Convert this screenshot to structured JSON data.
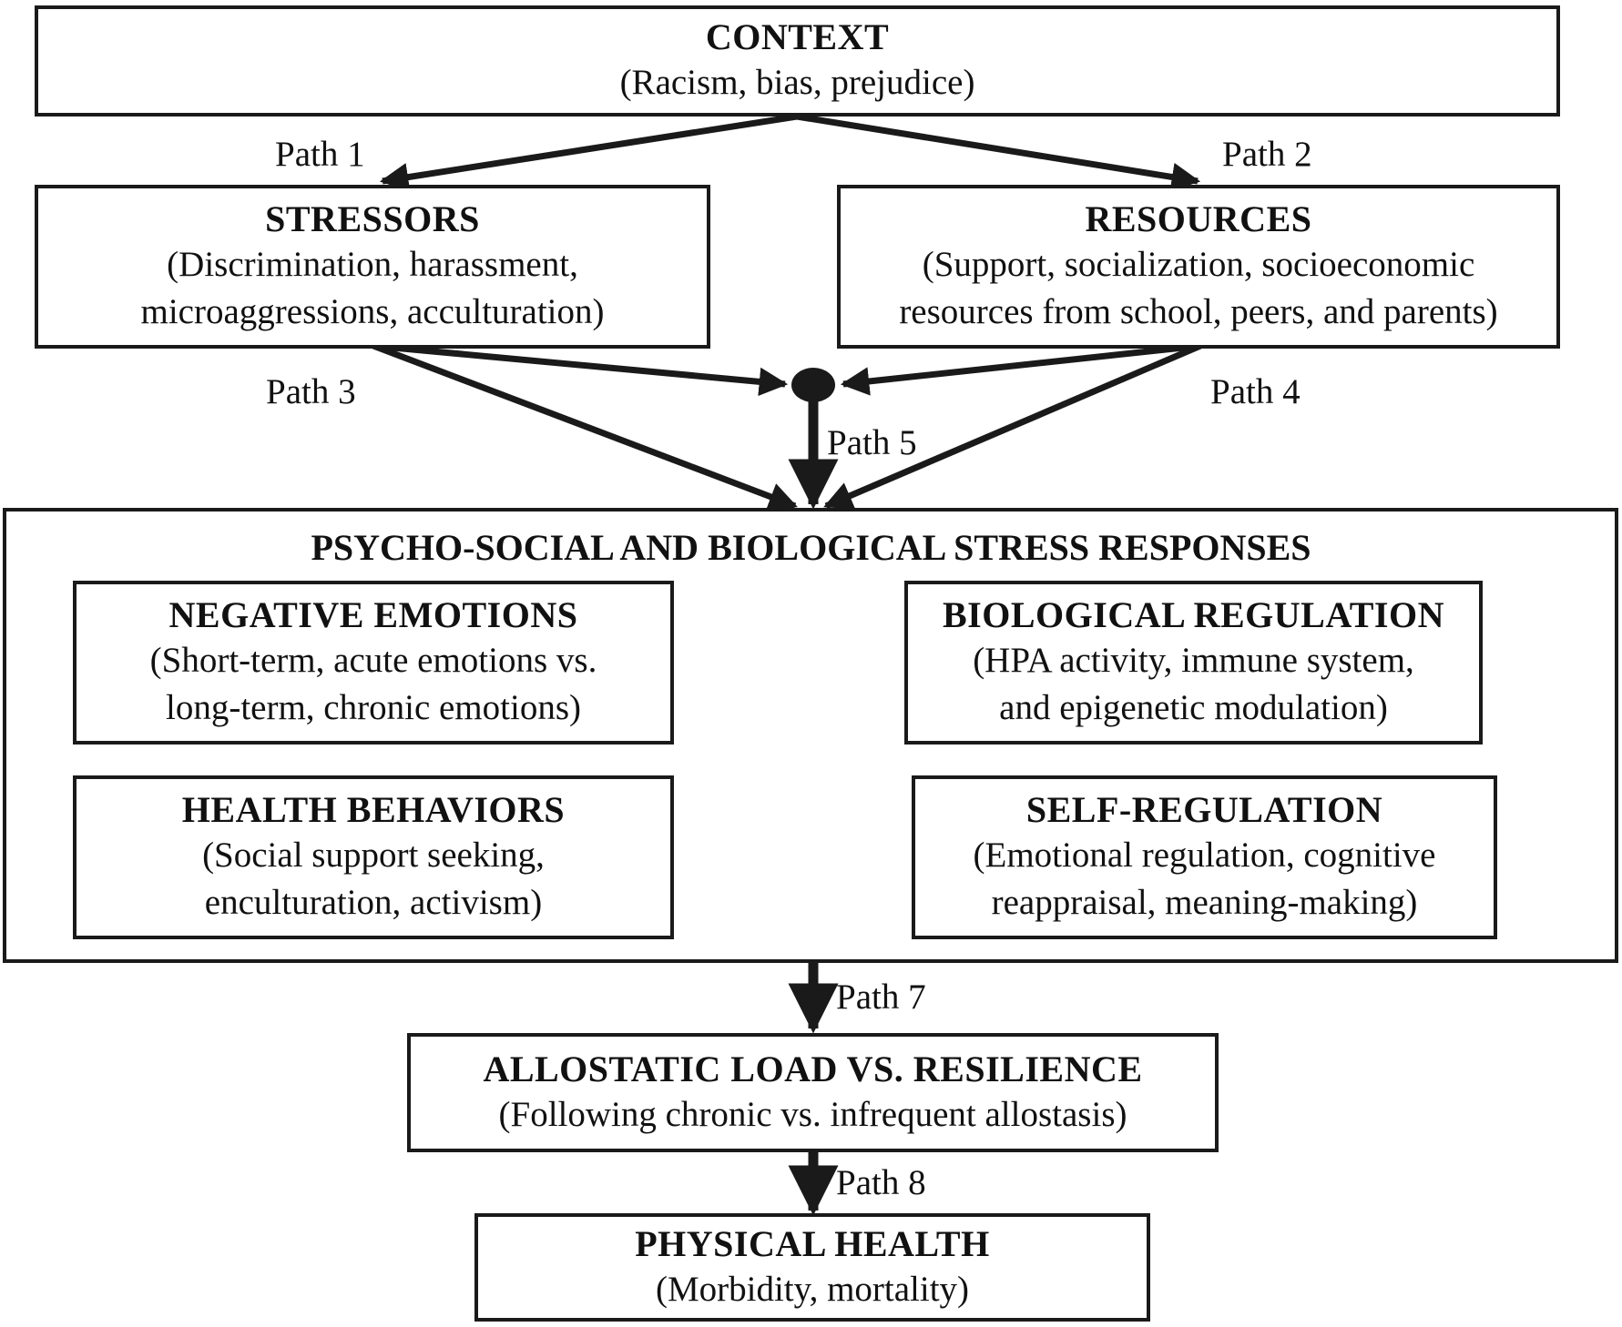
{
  "context": {
    "title": "CONTEXT",
    "desc": "(Racism, bias, prejudice)"
  },
  "stressors": {
    "title": "STRESSORS",
    "desc_1": "(Discrimination, harassment,",
    "desc_2": "microaggressions, acculturation)"
  },
  "resources": {
    "title": "RESOURCES",
    "desc_1": "(Support, socialization, socioeconomic",
    "desc_2": "resources from school, peers, and parents)"
  },
  "responses": {
    "title": "PSYCHO-SOCIAL AND BIOLOGICAL STRESS RESPONSES",
    "negative_emotions": {
      "title": "NEGATIVE EMOTIONS",
      "desc_1": "(Short-term, acute emotions vs.",
      "desc_2": "long-term, chronic emotions)"
    },
    "biological_regulation": {
      "title": "BIOLOGICAL REGULATION",
      "desc_1": "(HPA activity, immune system,",
      "desc_2": "and epigenetic modulation)"
    },
    "health_behaviors": {
      "title": "HEALTH BEHAVIORS",
      "desc_1": "(Social support seeking,",
      "desc_2": "enculturation, activism)"
    },
    "self_regulation": {
      "title": "SELF-REGULATION",
      "desc_1": "(Emotional regulation, cognitive",
      "desc_2": "reappraisal, meaning-making)"
    }
  },
  "allostatic": {
    "title": "ALLOSTATIC LOAD VS. RESILIENCE",
    "desc": "(Following chronic vs. infrequent allostasis)"
  },
  "physical_health": {
    "title": "PHYSICAL HEALTH",
    "desc": "(Morbidity, mortality)"
  },
  "paths": {
    "p1": "Path 1",
    "p2": "Path 2",
    "p3": "Path 3",
    "p4": "Path 4",
    "p5": "Path 5",
    "p7": "Path 7",
    "p8": "Path 8"
  },
  "colors": {
    "line": "#1a1a1a",
    "background": "#ffffff"
  }
}
